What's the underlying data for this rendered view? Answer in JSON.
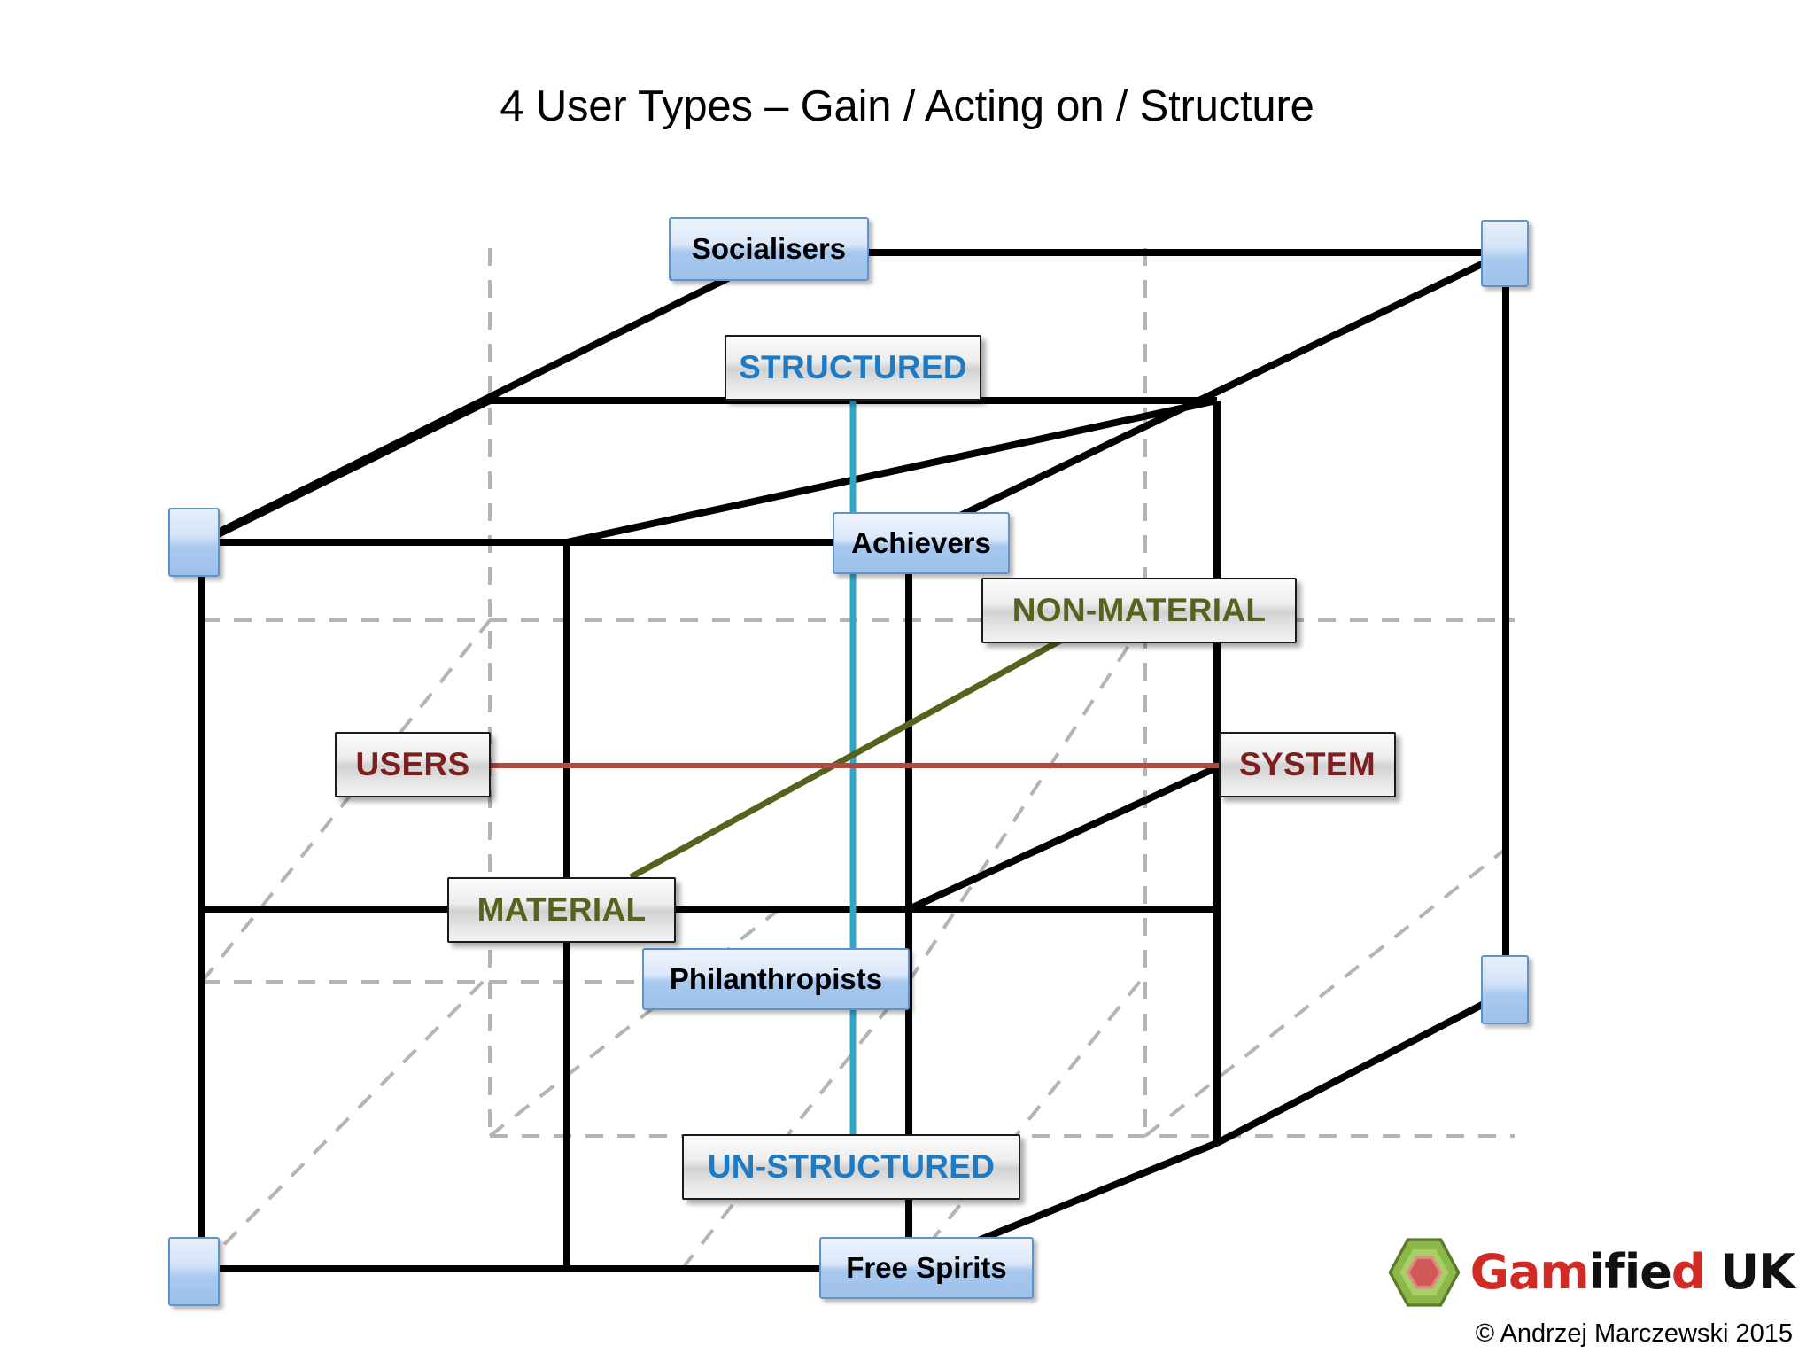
{
  "page": {
    "title": "4 User Types – Gain / Acting on / Structure",
    "background": "#ffffff"
  },
  "colors": {
    "edge_solid": "#000000",
    "edge_hidden": "#b4b4b4",
    "axis_structure": "#30a5c4",
    "axis_gain": "#55631c",
    "axis_acting_on": "#b04a40",
    "box_blue_border": "#5f93ce",
    "box_grey_border": "#1a1a1a",
    "text_blue": "#1f7ac4",
    "text_olive": "#55631c",
    "text_red": "#7d1f1f",
    "brand_red": "#cf2b24",
    "brand_black": "#111111",
    "brand_logo_green": "#8cb84a",
    "brand_logo_inner": "#cf5a55"
  },
  "user_types": [
    {
      "id": "socialisers",
      "label": "Socialisers"
    },
    {
      "id": "achievers",
      "label": "Achievers"
    },
    {
      "id": "philanthropists",
      "label": "Philanthropists"
    },
    {
      "id": "free-spirits",
      "label": "Free Spirits"
    }
  ],
  "axes": [
    {
      "id": "structured",
      "label": "STRUCTURED",
      "color_key": "text_blue",
      "axis": "structure"
    },
    {
      "id": "un-structured",
      "label": "UN-STRUCTURED",
      "color_key": "text_blue",
      "axis": "structure"
    },
    {
      "id": "non-material",
      "label": "NON-MATERIAL",
      "color_key": "text_olive",
      "axis": "gain"
    },
    {
      "id": "material",
      "label": "MATERIAL",
      "color_key": "text_olive",
      "axis": "gain"
    },
    {
      "id": "users",
      "label": "USERS",
      "color_key": "text_red",
      "axis": "acting-on"
    },
    {
      "id": "system",
      "label": "SYSTEM",
      "color_key": "text_red",
      "axis": "acting-on"
    }
  ],
  "corners": [
    {
      "id": "corner-top-right"
    },
    {
      "id": "corner-mid-left"
    },
    {
      "id": "corner-mid-right"
    },
    {
      "id": "corner-bottom-left"
    }
  ],
  "branding": {
    "word_part_1": "Gam",
    "word_part_2": "ifie",
    "word_part_3": "d",
    "word_part_4": " UK",
    "copyright": "© Andrzej Marczewski 2015"
  }
}
